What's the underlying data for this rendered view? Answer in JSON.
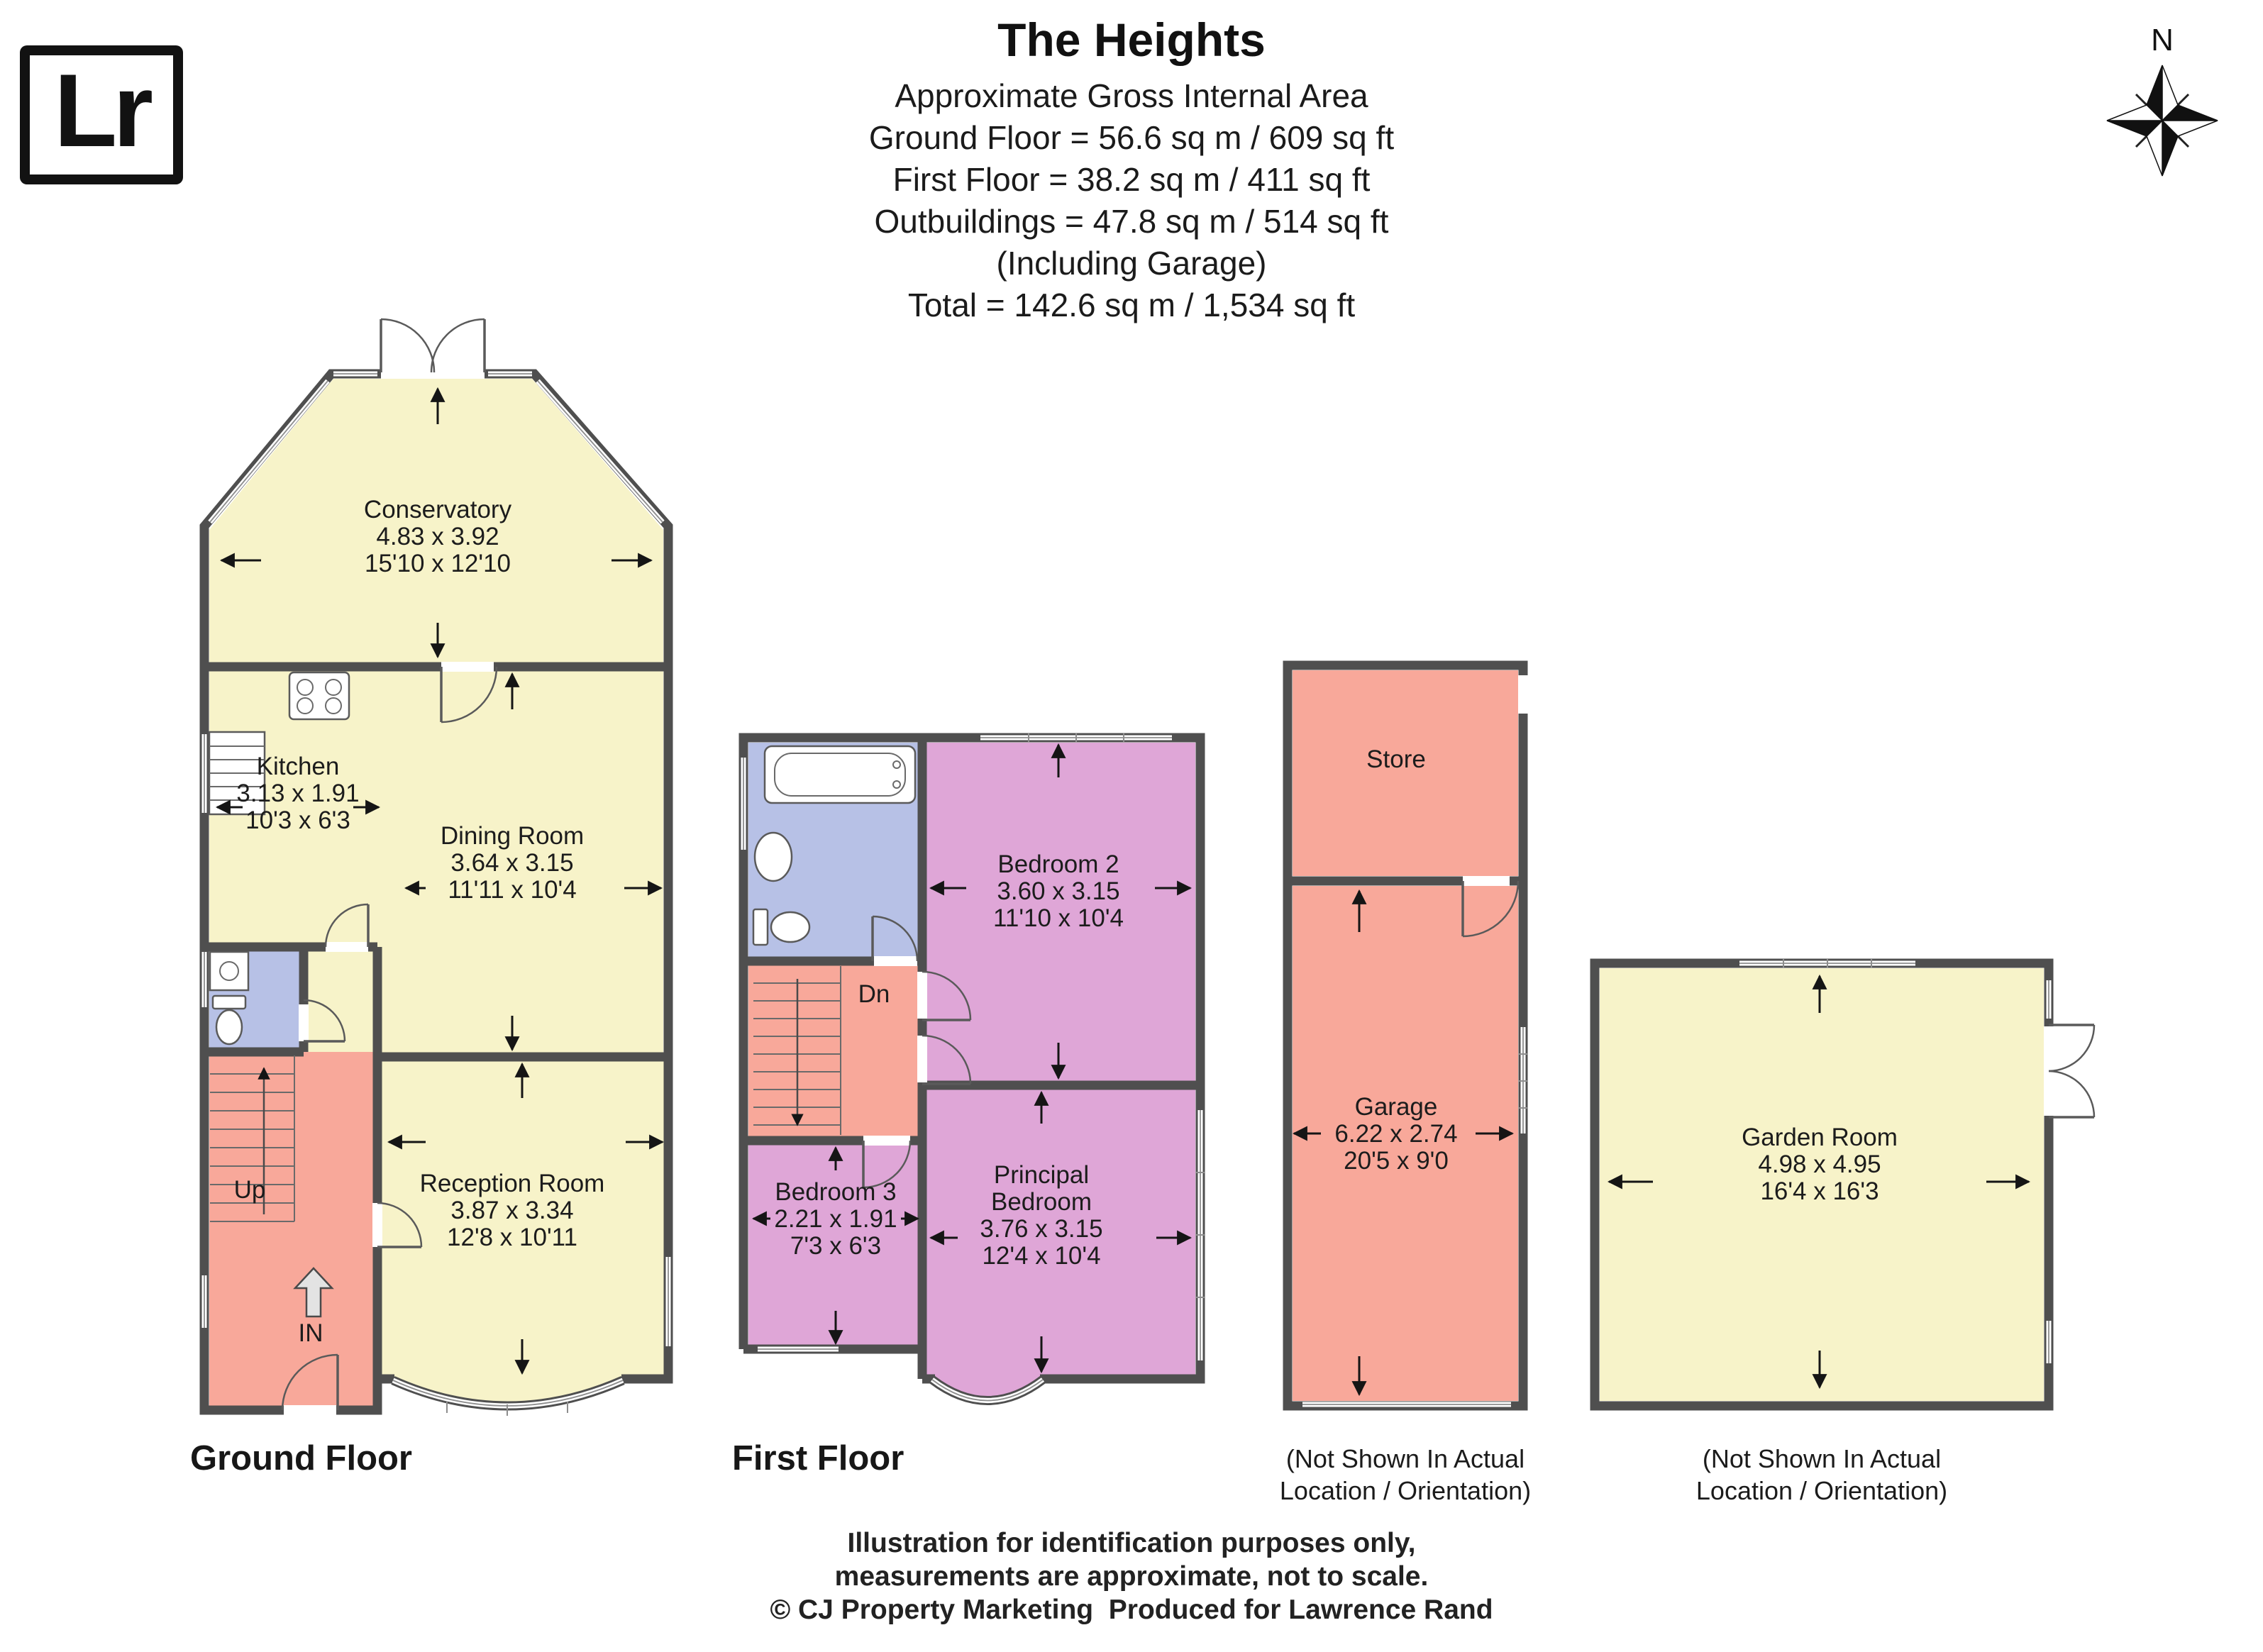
{
  "logo": {
    "text": "Lr"
  },
  "header": {
    "title": "The Heights",
    "lines": [
      "Approximate Gross Internal Area",
      "Ground Floor = 56.6 sq m / 609 sq ft",
      "First Floor = 38.2 sq m / 411 sq ft",
      "Outbuildings = 47.8 sq m / 514 sq ft",
      "(Including Garage)",
      "Total = 142.6 sq m / 1,534 sq ft"
    ]
  },
  "compass": {
    "north_label": "N"
  },
  "ground_floor": {
    "floor_label": "Ground Floor",
    "conservatory": {
      "name": "Conservatory",
      "metric": "4.83 x 3.92",
      "imperial": "15'10 x 12'10"
    },
    "kitchen": {
      "name": "Kitchen",
      "metric": "3.13 x 1.91",
      "imperial": "10'3 x 6'3"
    },
    "dining_room": {
      "name": "Dining Room",
      "metric": "3.64 x 3.15",
      "imperial": "11'11 x 10'4"
    },
    "reception_room": {
      "name": "Reception Room",
      "metric": "3.87 x 3.34",
      "imperial": "12'8 x 10'11"
    },
    "stairs_label": "Up",
    "entrance_label": "IN"
  },
  "first_floor": {
    "floor_label": "First Floor",
    "bedroom_2": {
      "name": "Bedroom 2",
      "metric": "3.60 x 3.15",
      "imperial": "11'10 x 10'4"
    },
    "bedroom_3": {
      "name": "Bedroom 3",
      "metric": "2.21 x 1.91",
      "imperial": "7'3 x 6'3"
    },
    "principal_bedroom": {
      "name_line1": "Principal",
      "name_line2": "Bedroom",
      "metric": "3.76 x 3.15",
      "imperial": "12'4 x 10'4"
    },
    "stairs_label": "Dn"
  },
  "outbuildings": {
    "store": {
      "name": "Store"
    },
    "garage": {
      "name": "Garage",
      "metric": "6.22 x 2.74",
      "imperial": "20'5 x 9'0"
    },
    "note_line1": "(Not Shown In Actual",
    "note_line2": "Location / Orientation)"
  },
  "garden_room": {
    "name": "Garden Room",
    "metric": "4.98 x 4.95",
    "imperial": "16'4 x 16'3",
    "note_line1": "(Not Shown In Actual",
    "note_line2": "Location / Orientation)"
  },
  "footer": {
    "line1": "Illustration for identification purposes only,",
    "line2": "measurements are approximate, not to scale.",
    "line3": "© CJ Property Marketing  Produced for Lawrence Rand"
  },
  "colors": {
    "room_yellow": "#f7f3c9",
    "room_pink": "#dfa6d7",
    "room_salmon": "#f8a89a",
    "room_blue": "#b7c1e6",
    "wall_gray": "#4f4f4f"
  }
}
